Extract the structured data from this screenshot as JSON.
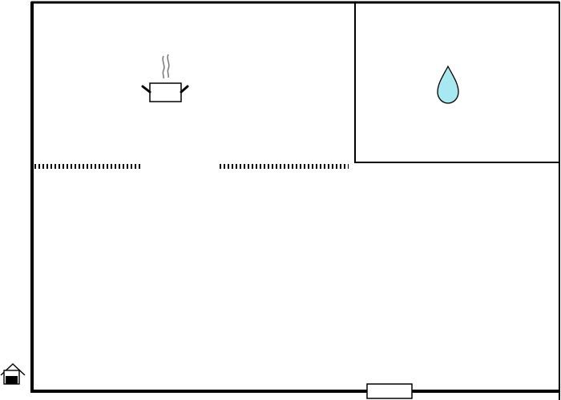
{
  "floor_plan": {
    "colors": {
      "background": "#ffffff",
      "wall": "#000000",
      "steam": "#777777",
      "water_drop_fill": "#a8e8f0",
      "icon_stroke": "#000000"
    },
    "rooms": [
      {
        "id": "kitchen",
        "icon": "cooking-pot-icon"
      },
      {
        "id": "bathroom",
        "icon": "water-drop-icon"
      },
      {
        "id": "main-room",
        "icon": ""
      }
    ],
    "partitions": [
      {
        "type": "dotted-wall",
        "segment": "left"
      },
      {
        "type": "dotted-wall",
        "segment": "right"
      }
    ],
    "openings": [
      {
        "type": "door",
        "wall": "bottom"
      }
    ],
    "markers": [
      {
        "type": "entrance",
        "icon": "house-entrance-icon"
      }
    ]
  }
}
